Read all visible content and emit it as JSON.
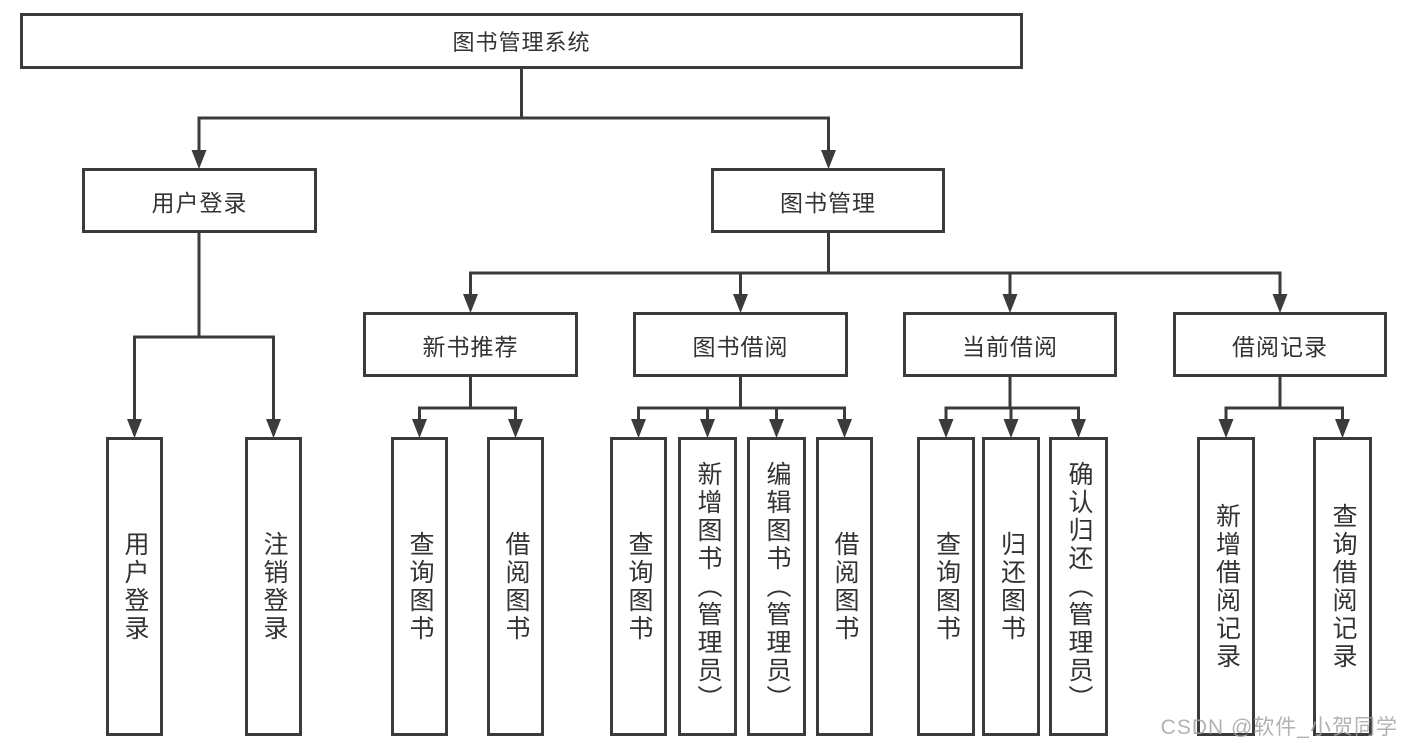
{
  "diagram": {
    "title": "图书管理系统",
    "tree": {
      "root": "图书管理系统",
      "user_login": {
        "label": "用户登录",
        "children": [
          "用户登录",
          "注销登录"
        ]
      },
      "book_mgmt": {
        "label": "图书管理",
        "sections": [
          {
            "label": "新书推荐",
            "children": [
              "查询图书",
              "借阅图书"
            ]
          },
          {
            "label": "图书借阅",
            "children": [
              "查询图书",
              "新增图书（管理员）",
              "编辑图书（管理员）",
              "借阅图书"
            ]
          },
          {
            "label": "当前借阅",
            "children": [
              "查询图书",
              "归还图书",
              "确认归还（管理员）"
            ]
          },
          {
            "label": "借阅记录",
            "children": [
              "新增借阅记录",
              "查询借阅记录"
            ]
          }
        ]
      }
    },
    "colors": {
      "line": "#3b3b3b",
      "box_border": "#3b3b3b",
      "text": "#333333",
      "watermark": "#a5a5a5",
      "background": "#ffffff"
    }
  },
  "watermark": "CSDN @软件_小贺同学"
}
